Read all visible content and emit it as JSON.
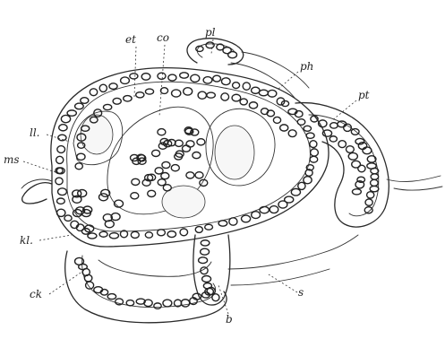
{
  "labels": {
    "pl": "pl",
    "ph": "ph",
    "pt": "pt",
    "et": "et",
    "co": "co",
    "ll": "ll.",
    "ms": "ms",
    "kl": "kl.",
    "ck": "ck",
    "b": "b",
    "s": "s"
  }
}
